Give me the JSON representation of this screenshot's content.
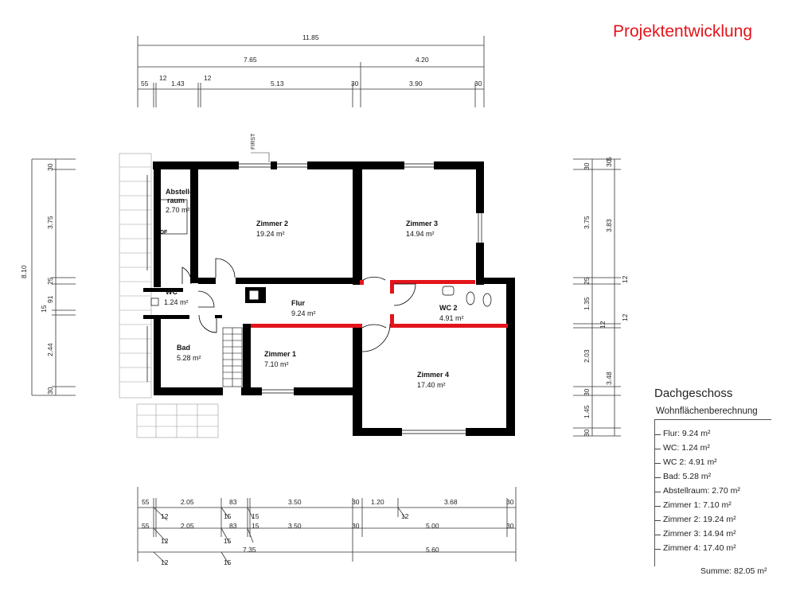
{
  "title": "Projektentwicklung",
  "floor_name": "Dachgeschoss",
  "areas_heading": "Wohnflächenberechnung",
  "areas": [
    "Flur: 9.24 m²",
    "WC: 1.24 m²",
    "WC 2: 4.91 m²",
    "Bad: 5.28 m²",
    "Abstellraum: 2.70 m²",
    "Zimmer 1: 7.10 m²",
    "Zimmer 2: 19.24 m²",
    "Zimmer 3: 14.94 m²",
    "Zimmer 4: 17.40 m²"
  ],
  "sum": "Summe: 82.05 m²",
  "rooms": {
    "abstell_1": "Abstell-",
    "abstell_2": "raum",
    "abstell_area": "2.70 m²",
    "df": "DF",
    "zimmer2": "Zimmer 2",
    "zimmer2_area": "19.24 m²",
    "zimmer3": "Zimmer 3",
    "zimmer3_area": "14.94 m²",
    "wc": "WC",
    "wc_area": "1.24 m²",
    "flur": "Flur",
    "flur_area": "9.24 m²",
    "wc2": "WC 2",
    "wc2_area": "4.91 m²",
    "bad": "Bad",
    "bad_area": "5.28 m²",
    "zimmer1": "Zimmer 1",
    "zimmer1_area": "7.10 m²",
    "zimmer4": "Zimmer 4",
    "zimmer4_area": "17.40 m²",
    "first": "FIRST"
  },
  "dims_top": {
    "total": "11.85",
    "a": "7.65",
    "b": "4.20",
    "r3": [
      "55",
      "12",
      "1.43",
      "12",
      "5.13",
      "30",
      "3.90",
      "30"
    ]
  },
  "dims_bottom": {
    "r1": [
      "55",
      "2.05",
      "83",
      "3.50",
      "30",
      "1.20",
      "3.68",
      "30"
    ],
    "r1_sub": [
      "12",
      "15",
      "15",
      "12"
    ],
    "r2": [
      "55",
      "2.05",
      "83",
      "3.50",
      "30",
      "5.00",
      "30"
    ],
    "r2_sub": [
      "12",
      "15",
      "15"
    ],
    "r3": [
      "7.35",
      "5.60"
    ],
    "r3_sub": [
      "12",
      "15"
    ]
  },
  "dims_left": {
    "total": "8.10",
    "segs": [
      "30",
      "3.75",
      "25",
      "91",
      "15",
      "2.44",
      "30"
    ]
  },
  "dims_right": {
    "c1": [
      "30",
      "3.75",
      "25",
      "1.35",
      "12",
      "2.03",
      "30",
      "1.45",
      "30"
    ],
    "c2": [
      "30",
      "5",
      "3.83",
      "12",
      "12",
      "3.48"
    ]
  },
  "colors": {
    "title": "#e3141b",
    "wall": "#000000",
    "drywall": "#e3141b",
    "line": "#333333"
  }
}
